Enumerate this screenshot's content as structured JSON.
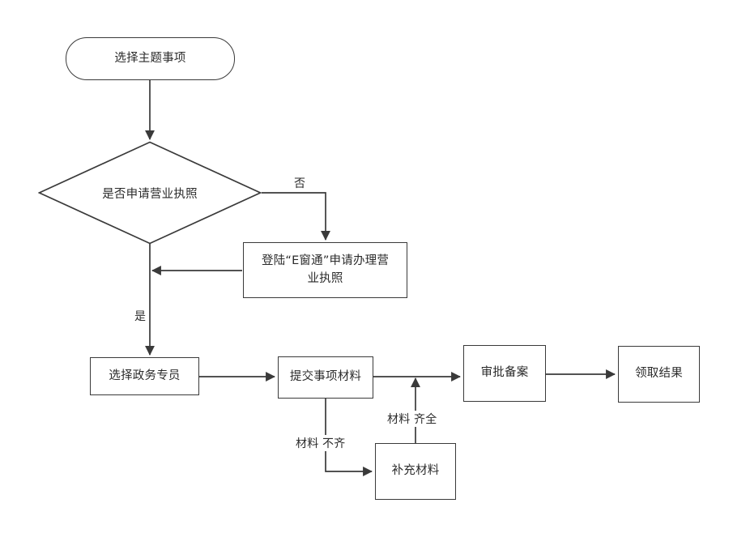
{
  "diagram": {
    "type": "flowchart",
    "title_visible": false,
    "background_color": "#ffffff",
    "stroke_color": "#3a3a3a",
    "text_color": "#2b2b2b",
    "nodes": [
      {
        "id": "start",
        "shape": "rounded-rectangle",
        "label": "选择主题事项"
      },
      {
        "id": "decision",
        "shape": "diamond",
        "label": "是否申请营业执照"
      },
      {
        "id": "ewindow",
        "shape": "rectangle",
        "label": "登陆“E窗通”申请办理营\n业执照"
      },
      {
        "id": "officer",
        "shape": "rectangle",
        "label": "选择政务专员"
      },
      {
        "id": "submit",
        "shape": "rectangle",
        "label": "提交事项材料"
      },
      {
        "id": "supplement",
        "shape": "rectangle",
        "label": "补充材料"
      },
      {
        "id": "approval",
        "shape": "rectangle",
        "label": "审批备案"
      },
      {
        "id": "result",
        "shape": "rectangle",
        "label": "领取结果"
      }
    ],
    "edge_labels": {
      "no": "否",
      "yes": "是",
      "materials_incomplete": "材料 不齐",
      "materials_complete": "材料 齐全"
    },
    "edges": [
      {
        "from": "start",
        "to": "decision",
        "label": ""
      },
      {
        "from": "decision",
        "to": "ewindow",
        "label": "否"
      },
      {
        "from": "ewindow",
        "to": "decision-下",
        "label": ""
      },
      {
        "from": "decision",
        "to": "officer",
        "label": "是"
      },
      {
        "from": "officer",
        "to": "submit",
        "label": ""
      },
      {
        "from": "submit",
        "to": "approval",
        "label": ""
      },
      {
        "from": "submit",
        "to": "supplement",
        "label": "材料 不齐"
      },
      {
        "from": "supplement",
        "to": "approval",
        "label": "材料 齐全"
      },
      {
        "from": "approval",
        "to": "result",
        "label": ""
      }
    ]
  }
}
